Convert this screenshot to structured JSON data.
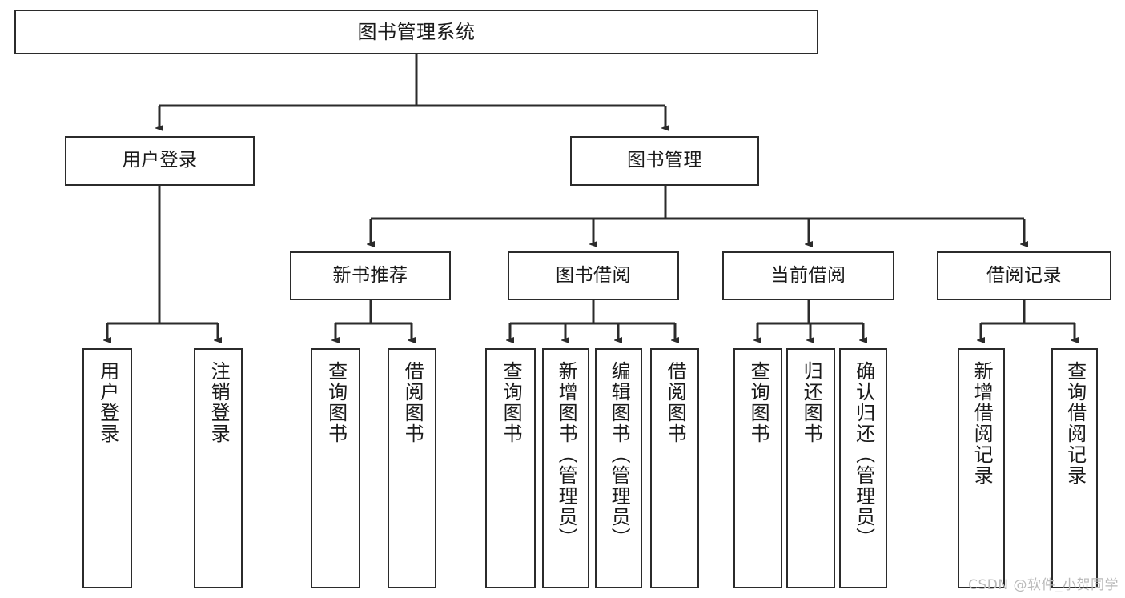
{
  "diagram": {
    "title": "图书管理系统",
    "type": "tree",
    "watermark": "CSDN @软件_小贺同学",
    "colors": {
      "node_border": "#2b2b2b",
      "node_fill": "#ffffff",
      "edge": "#2b2b2b",
      "text": "#1a1a1a",
      "watermark": "#b9b9b9",
      "background": "#ffffff"
    },
    "nodes": {
      "root": {
        "label": "图书管理系统"
      },
      "level2": [
        {
          "label": "用户登录"
        },
        {
          "label": "图书管理"
        }
      ],
      "level3": [
        {
          "label": "新书推荐"
        },
        {
          "label": "图书借阅"
        },
        {
          "label": "当前借阅"
        },
        {
          "label": "借阅记录"
        }
      ],
      "leaves": {
        "user_login": [
          {
            "label": "用户登录"
          },
          {
            "label": "注销登录"
          }
        ],
        "new_book_recommend": [
          {
            "label": "查询图书"
          },
          {
            "label": "借阅图书"
          }
        ],
        "book_borrow": [
          {
            "label": "查询图书"
          },
          {
            "label": "新增图书（管理员）"
          },
          {
            "label": "编辑图书（管理员）"
          },
          {
            "label": "借阅图书"
          }
        ],
        "current_borrow": [
          {
            "label": "查询图书"
          },
          {
            "label": "归还图书"
          },
          {
            "label": "确认归还（管理员）"
          }
        ],
        "borrow_record": [
          {
            "label": "新增借阅记录"
          },
          {
            "label": "查询借阅记录"
          }
        ]
      }
    }
  }
}
